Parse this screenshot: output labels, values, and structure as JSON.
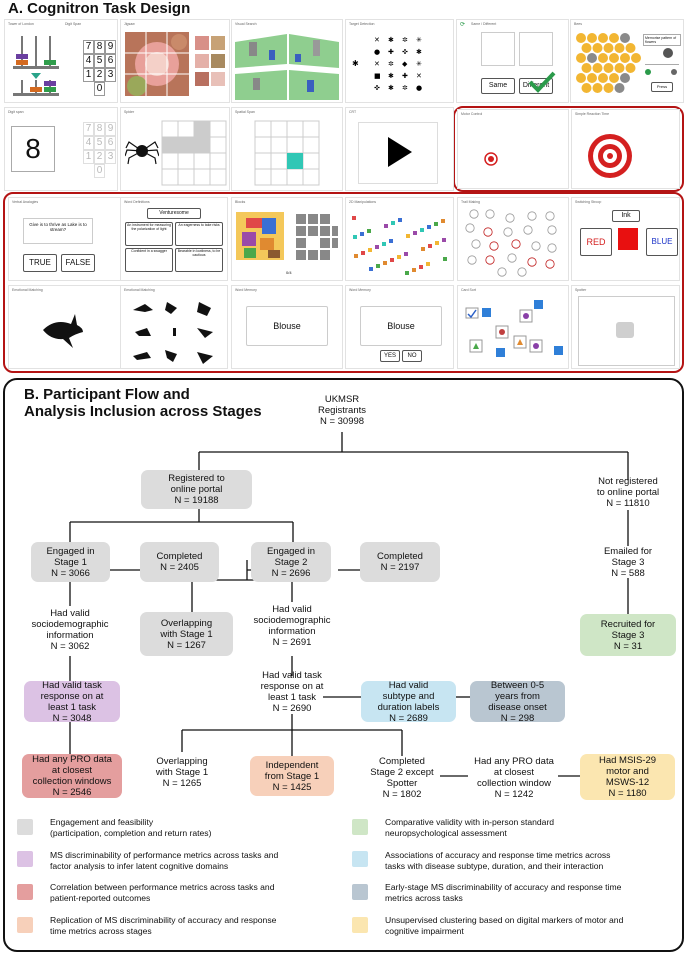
{
  "section_a": {
    "title": "A. Cognitron Task Design"
  },
  "section_b": {
    "title_line1": "B. Participant Flow and",
    "title_line2": "Analysis Inclusion across Stages"
  },
  "tasks": [
    {
      "label": "Tower of London"
    },
    {
      "label": "Digit Span"
    },
    {
      "label": "Jigsaw"
    },
    {
      "label": "Visual Search"
    },
    {
      "label": "Target Detection"
    },
    {
      "label": "Same / Different"
    },
    {
      "label": "Bees"
    },
    {
      "label": "Digit span"
    },
    {
      "label": "Spider"
    },
    {
      "label": "Spatial Span"
    },
    {
      "label": "CRT"
    },
    {
      "label": "Motor Control"
    },
    {
      "label": "Simple Reaction Time"
    },
    {
      "label": "Verbal Analogies"
    },
    {
      "label": "Word Definitions"
    },
    {
      "label": "Blocks"
    },
    {
      "label": "2D Manipulations"
    },
    {
      "label": "Trail Making"
    },
    {
      "label": "Switching Stroop"
    },
    {
      "label": "Emotional Matching"
    },
    {
      "label": "Emotional Matching"
    },
    {
      "label": "Word Memory"
    },
    {
      "label": "Word Memory"
    },
    {
      "label": "Card Sort"
    },
    {
      "label": "Spotter"
    }
  ],
  "task_text": {
    "digits": [
      "7",
      "8",
      "9",
      "4",
      "5",
      "6",
      "1",
      "2",
      "3",
      "0"
    ],
    "big_digit": "8",
    "same_label": "Same",
    "different_label": "Different",
    "bees_note": "Memorise pattern of flowers",
    "bees_button": "Press",
    "analogy_text": "Give is to thrive as Lake is to stream?",
    "true_label": "TRUE",
    "false_label": "FALSE",
    "definition_word": "Venturesome",
    "definition_options": [
      "An instrument for measuring the polarization of light",
      "An eagerness to take risks",
      "Confident in a swagger",
      "Bearable in lowliness, to be cautious"
    ],
    "blocks_count": "0/4",
    "stroop_ink": "Ink",
    "stroop_red": "RED",
    "stroop_blue": "BLUE",
    "word1": "Blouse",
    "word2": "Blouse",
    "yes_label": "YES",
    "no_label": "NO"
  },
  "flow": {
    "root": {
      "line1": "UKMSR",
      "line2": "Registrants",
      "line3": "N = 30998"
    },
    "registered": {
      "line1": "Registered to",
      "line2": "online portal",
      "line3": "N = 19188"
    },
    "not_registered": {
      "line1": "Not registered",
      "line2": "to online portal",
      "line3": "N = 11810"
    },
    "engaged1": {
      "line1": "Engaged in",
      "line2": "Stage 1",
      "line3": "N = 3066"
    },
    "completed1": {
      "line1": "Completed",
      "line2": "N = 2405"
    },
    "engaged2": {
      "line1": "Engaged in",
      "line2": "Stage 2",
      "line3": "N = 2696"
    },
    "completed2": {
      "line1": "Completed",
      "line2": "N = 2197"
    },
    "emailed3": {
      "line1": "Emailed for",
      "line2": "Stage 3",
      "line3": "N = 588"
    },
    "socio1": {
      "line1": "Had valid",
      "line2": "sociodemographic",
      "line3": "information",
      "line4": "N = 3062"
    },
    "overlap1267": {
      "line1": "Overlapping",
      "line2": "with Stage 1",
      "line3": "N = 1267"
    },
    "socio2": {
      "line1": "Had valid",
      "line2": "sociodemographic",
      "line3": "information",
      "line4": "N = 2691"
    },
    "recruited3": {
      "line1": "Recruited for",
      "line2": "Stage 3",
      "line3": "N = 31"
    },
    "task1": {
      "line1": "Had valid task",
      "line2": "response on at",
      "line3": "least 1 task",
      "line4": "N = 3048"
    },
    "task2": {
      "line1": "Had valid task",
      "line2": "response on at",
      "line3": "least 1 task",
      "line4": "N = 2690"
    },
    "subtype": {
      "line1": "Had valid",
      "line2": "subtype and",
      "line3": "duration labels",
      "line4": "N = 2689"
    },
    "onset": {
      "line1": "Between 0-5",
      "line2": "years from",
      "line3": "disease onset",
      "line4": "N = 298"
    },
    "pro1": {
      "line1": "Had any PRO data",
      "line2": "at closest",
      "line3": "collection windows",
      "line4": "N = 2546"
    },
    "overlap1265": {
      "line1": "Overlapping",
      "line2": "with Stage 1",
      "line3": "N = 1265"
    },
    "independent": {
      "line1": "Independent",
      "line2": "from Stage 1",
      "line3": "N = 1425"
    },
    "except_spotter": {
      "line1": "Completed",
      "line2": "Stage 2 except",
      "line3": "Spotter",
      "line4": "N = 1802"
    },
    "pro2": {
      "line1": "Had any PRO data",
      "line2": "at closest",
      "line3": "collection window",
      "line4": "N = 1242"
    },
    "msis": {
      "line1": "Had MSIS-29",
      "line2": "motor and",
      "line3": "MSWS-12",
      "line4": "N = 1180"
    }
  },
  "legend": [
    {
      "color": "#dcdcdc",
      "line1": "Engagement and feasibility",
      "line2": "(participation, completion and return rates)"
    },
    {
      "color": "#dcc2e4",
      "line1": "MS discriminability of performance metrics across tasks and",
      "line2": "factor analysis to infer latent cognitive domains"
    },
    {
      "color": "#e49e9e",
      "line1": "Correlation between performance metrics across tasks and",
      "line2": "patient-reported outcomes"
    },
    {
      "color": "#f7d0ba",
      "line1": "Replication of MS discriminability of accuracy and response",
      "line2": "time metrics across stages"
    },
    {
      "color": "#cfe6c6",
      "line1": "Comparative validity with in-person standard",
      "line2": "neuropsychological assessment"
    },
    {
      "color": "#c7e5f2",
      "line1": "Associations of accuracy and response time metrics across",
      "line2": "tasks with disease subtype, duration, and their interaction"
    },
    {
      "color": "#b9c6d1",
      "line1": "Early-stage MS discriminability of accuracy and response time",
      "line2": "metrics across tasks"
    },
    {
      "color": "#fbe6b0",
      "line1": "Unsupervised clustering based on digital markers of motor and",
      "line2": "cognitive impairment"
    }
  ],
  "colors": {
    "gray": "#dcdcdc",
    "purple": "#dcc2e4",
    "red": "#e49e9e",
    "peach": "#f7d0ba",
    "green": "#cfe6c6",
    "blue": "#c7e5f2",
    "slate": "#b9c6d1",
    "yellow": "#fbe6b0",
    "highlight_border": "#b41414"
  }
}
